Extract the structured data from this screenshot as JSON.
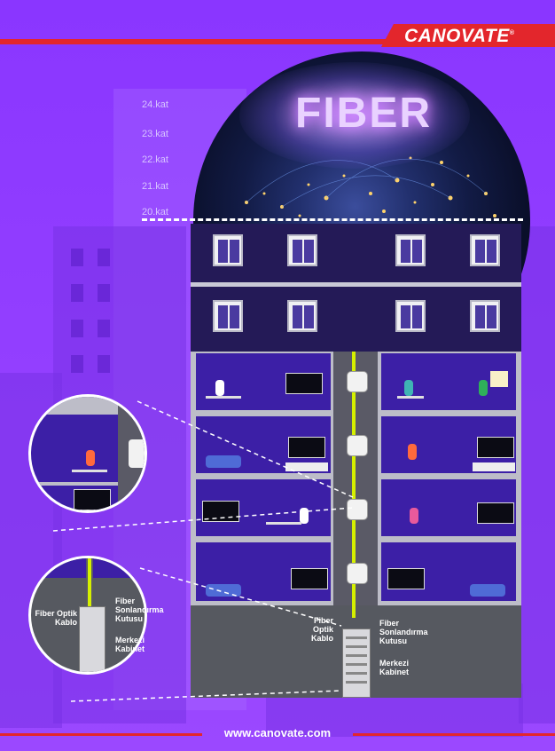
{
  "brand": {
    "name": "CANOVATE",
    "registered": "®",
    "color": "#e3262c"
  },
  "hero": {
    "title": "FIBER"
  },
  "floors": [
    "24.kat",
    "23.kat",
    "22.kat",
    "21.kat",
    "20.kat"
  ],
  "labels": {
    "fiber_cable": "Fiber Optik Kablo",
    "termination_box": "Fiber Sonlandırma Kutusu",
    "central_cabinet": "Merkezi Kabinet"
  },
  "footer": {
    "url": "www.canovate.com"
  },
  "colors": {
    "background": "#8e3cff",
    "accent": "#e3262c",
    "fiber": "#d5f000",
    "room": "#3c1fa6"
  }
}
